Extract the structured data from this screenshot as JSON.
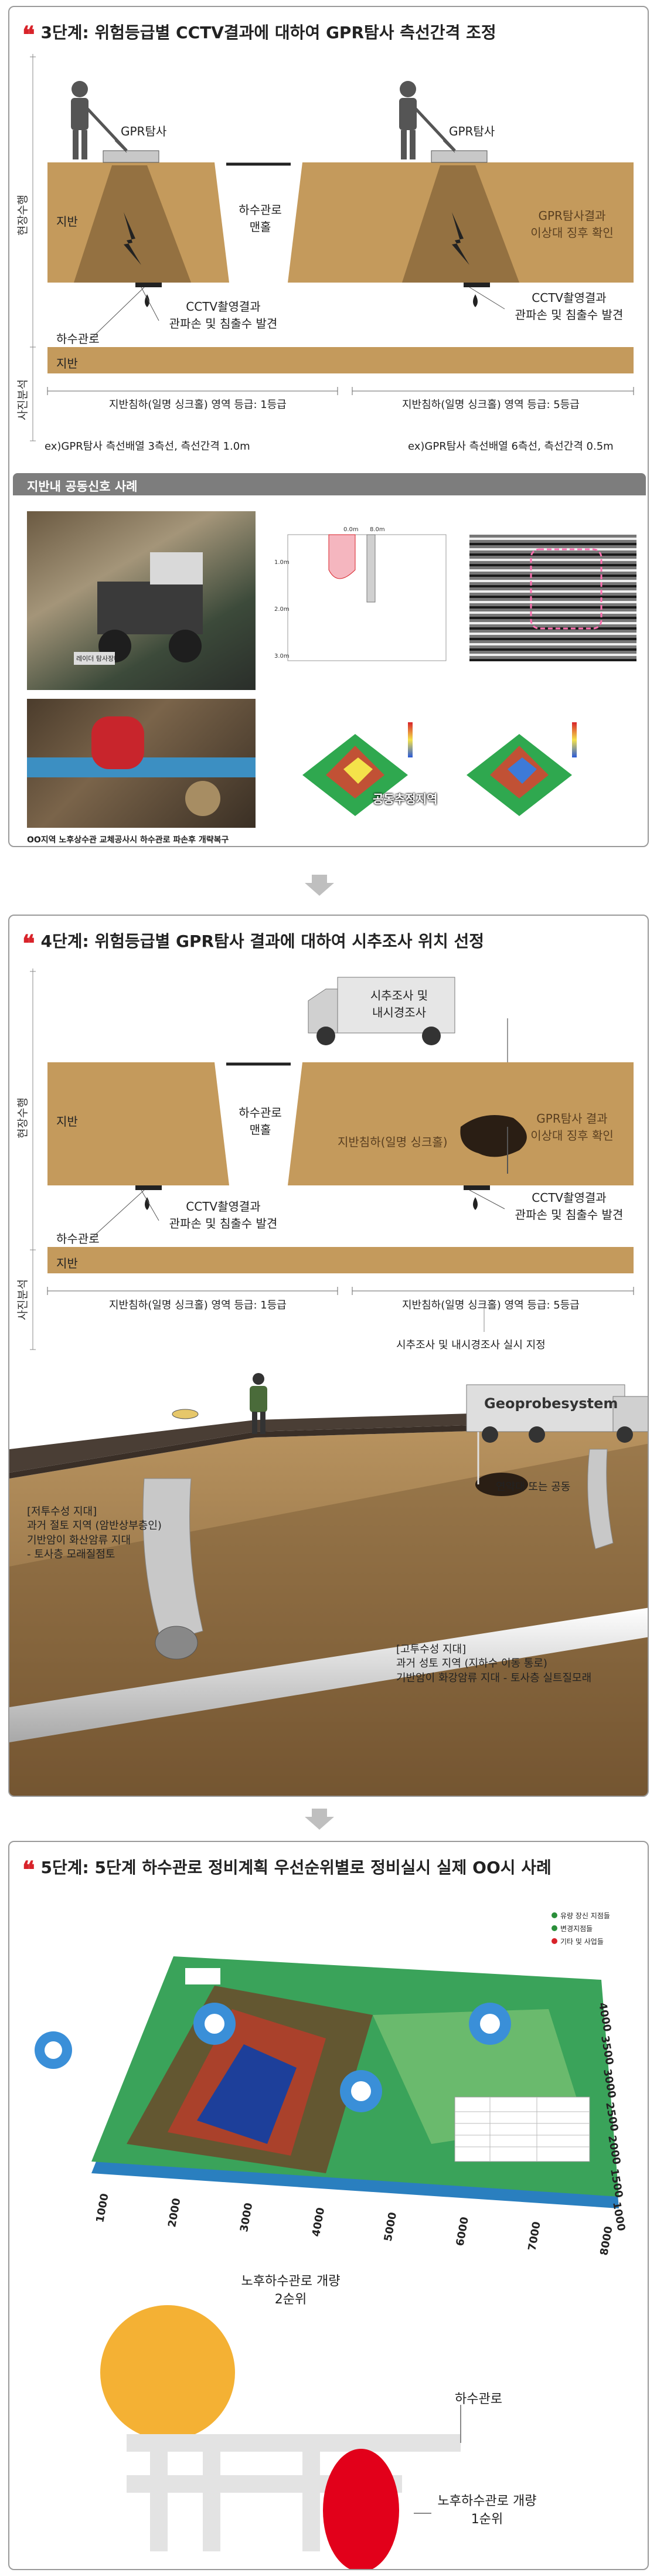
{
  "colors": {
    "ground": "#c49a5c",
    "ground_dark": "#8c6a3c",
    "accent": "#d8232a",
    "sub_header": "#7d7d7d"
  },
  "stage3": {
    "title": "3단계: 위험등급별 CCTV결과에 대하여 GPR탐사 측선간격 조정",
    "gpr_left": "GPR탐사",
    "gpr_right": "GPR탐사",
    "side_ground": "현장수행",
    "side_photo": "사진분석",
    "jiban": "지반",
    "jiban2": "지반",
    "manhole": "하수관로\n맨홀",
    "gpr_result": "GPR탐사결과\n이상대 징후 확인",
    "cctv_left": "CCTV촬영결과\n관파손 및 침출수 발견",
    "cctv_right": "CCTV촬영결과\n관파손 및 침출수 발견",
    "sewer_pipe": "하수관로",
    "grade_left": "지반침하(일명 싱크홀) 영역 등급: 1등급",
    "grade_right": "지반침하(일명 싱크홀) 영역 등급: 5등급",
    "ex_left": "ex)GPR탐사 측선배열 3측선, 측선간격 1.0m",
    "ex_right": "ex)GPR탐사 측선배열 6측선, 측선간격 0.5m",
    "sub_header": "지반내 공동신호 사례",
    "photo_caption": "OO지역 노후상수관 교체공사시 하수관로 파손후 개략복구",
    "cavity_label": "공동추정지역",
    "radar_label": "레이더 탐사장비",
    "axis_labels": [
      "0.0m",
      "8.0m",
      "1.0m",
      "2.0m",
      "3.0m"
    ]
  },
  "stage4": {
    "title": "4단계: 위험등급별 GPR탐사 결과에 대하여 시추조사 위치 선정",
    "truck_label": "시추조사 및\n내시경조사",
    "side_ground": "현장수행",
    "side_photo": "사진분석",
    "jiban": "지반",
    "jiban2": "지반",
    "manhole": "하수관로\n맨홀",
    "sinkhole_text": "지반침하(일명 싱크홀)",
    "gpr_result": "GPR탐사 결과\n이상대 징후 확인",
    "cctv_left": "CCTV촬영결과\n관파손 및 침출수 발견",
    "cctv_right": "CCTV촬영결과\n관파손 및 침출수 발견",
    "sewer_pipe": "하수관로",
    "grade_left": "지반침하(일명 싱크홀) 영역 등급: 1등급",
    "grade_right": "지반침하(일명 싱크홀) 영역 등급: 5등급",
    "drill_note": "시추조사 및 내시경조사 실시 지정",
    "truck_brand": "Geoprobesystem",
    "weak_zone": "연약대 또는 공동",
    "low_water": "[저투수성 지대]\n과거 절토 지역 (암반상부층인)\n기반암이 화산암류 지대\n- 토사층 모래질점토",
    "high_water": "[고투수성 지대]\n과거 성토 지역 (지하수 이동 통로)\n기반암이 화강암류 지대 - 토사층 실트질모래"
  },
  "stage5": {
    "title": "5단계: 5단계 하수관로 정비계획 우선순위별로 정비실시 실제 OO시 사례",
    "legend": [
      "유량 장신 지점들",
      "변경지점들",
      "기타 및 사업들"
    ],
    "map_x_ticks": [
      "1000",
      "2000",
      "3000",
      "4000",
      "5000",
      "6000",
      "7000",
      "8000"
    ],
    "map_y_ticks": [
      "1000",
      "1500",
      "2000",
      "2500",
      "3000",
      "3500",
      "4000"
    ],
    "priority2": "노후하수관로 개량\n2순위",
    "sewer_label": "하수관로",
    "priority1": "노후하수관로 개량\n1순위"
  }
}
